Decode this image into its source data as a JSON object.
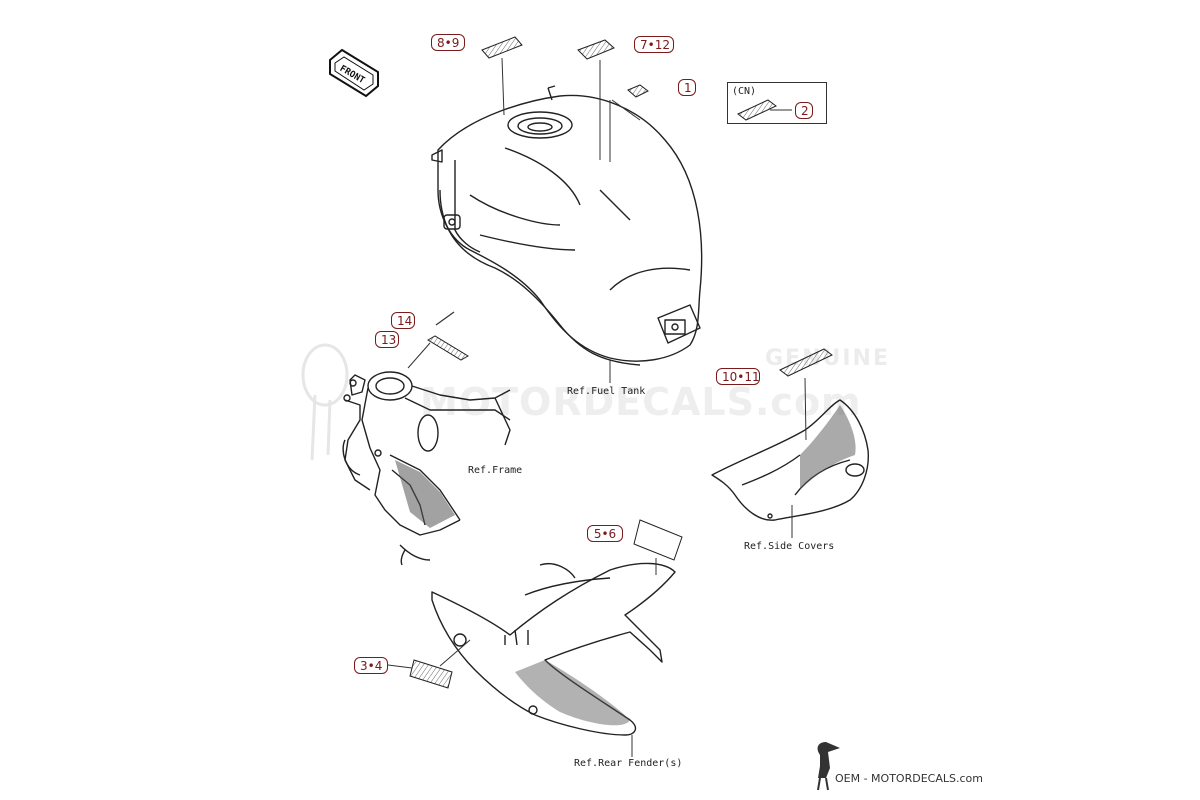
{
  "callouts": {
    "c8_9": "8•9",
    "c7_12": "7•12",
    "c1": "1",
    "c2": "2",
    "c14": "14",
    "c13": "13",
    "c10_11": "10•11",
    "c5_6": "5•6",
    "c3_4": "3•4"
  },
  "cn_label": "(CN)",
  "front_label": "FRONT",
  "refs": {
    "fuel_tank": "Ref.Fuel Tank",
    "frame": "Ref.Frame",
    "side_covers": "Ref.Side Covers",
    "rear_fender": "Ref.Rear Fender(s)"
  },
  "watermark": {
    "main": "MOTORDECALS.com",
    "genuine": "GENUINE"
  },
  "footer": "OEM - MOTORDECALS.com",
  "colors": {
    "callout_border": "#7a1a1a",
    "line": "#333333",
    "decal_fill": "#dddddd"
  }
}
